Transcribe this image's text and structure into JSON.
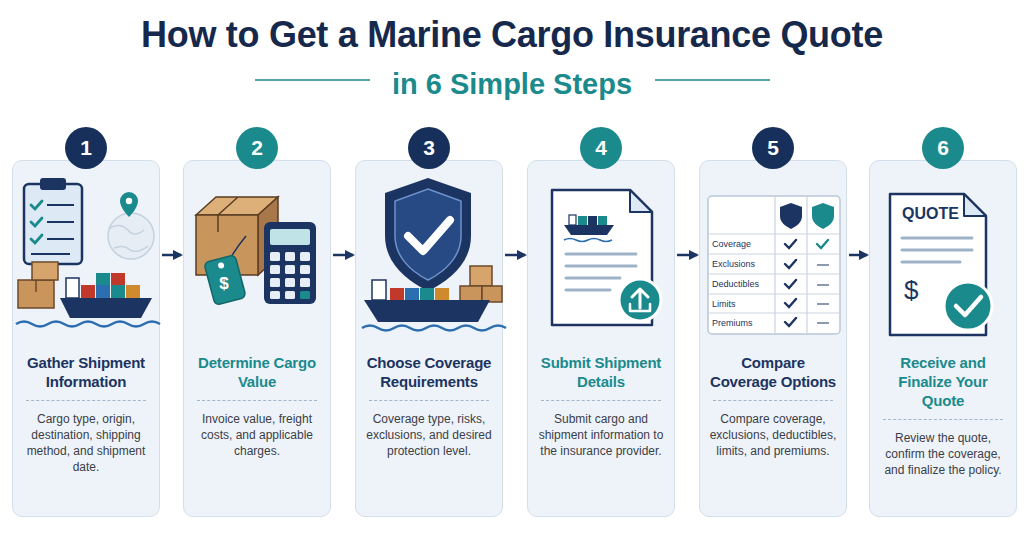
{
  "diagram": {
    "title": "How to Get a Marine Cargo Insurance Quote",
    "nodes": [
      {
        "text": [
          "Gather Shipment Information",
          "Cargo type, origin, destination, shipping method, and shipment date."
        ]
      },
      {
        "text": [
          "1"
        ],
        "in": 0
      },
      {
        "text": [
          "Determine Cargo Value",
          "Invoice value, freight costs, and applicable charges."
        ]
      },
      {
        "text": [
          "2"
        ],
        "in": 2
      },
      {
        "text": [
          "Choose Coverage Requirements",
          "Coverage type, risks, exclusions, and desired protection level."
        ]
      },
      {
        "text": [
          "3"
        ],
        "in": 4
      },
      {
        "text": [
          "Submit Shipment Details",
          "Submit cargo and shipment information to the insurance provider."
        ]
      },
      {
        "text": [
          "4"
        ],
        "in": 6
      },
      {
        "text": [
          "Compare Coverage Options",
          "Compare coverage, exclusions, deductibles, limits, and premiums."
        ]
      },
      {
        "text": [
          "5"
        ],
        "in": 8
      },
      {
        "text": [
          "Receive and Finalize Your Quote",
          "Review the quote, confirm the coverage, and finalize the policy."
        ]
      },
      {
        "text": [
          "6"
        ],
        "in": 10
      }
    ],
    "edges": [
      {
        "from": 0,
        "to": 2,
        "arrow": "to"
      },
      {
        "from": 2,
        "to": 4,
        "arrow": "to"
      },
      {
        "from": 4,
        "to": 6,
        "arrow": "to"
      },
      {
        "from": 6,
        "to": 8,
        "arrow": "to"
      },
      {
        "from": 8,
        "to": 10,
        "arrow": "to"
      }
    ],
    "labels": [
      "in 6 Simple Steps",
      "$",
      "Coverage",
      "Exclusions",
      "Deductibles",
      "Limits",
      "Premiums",
      "QUOTE",
      "$"
    ]
  }
}
